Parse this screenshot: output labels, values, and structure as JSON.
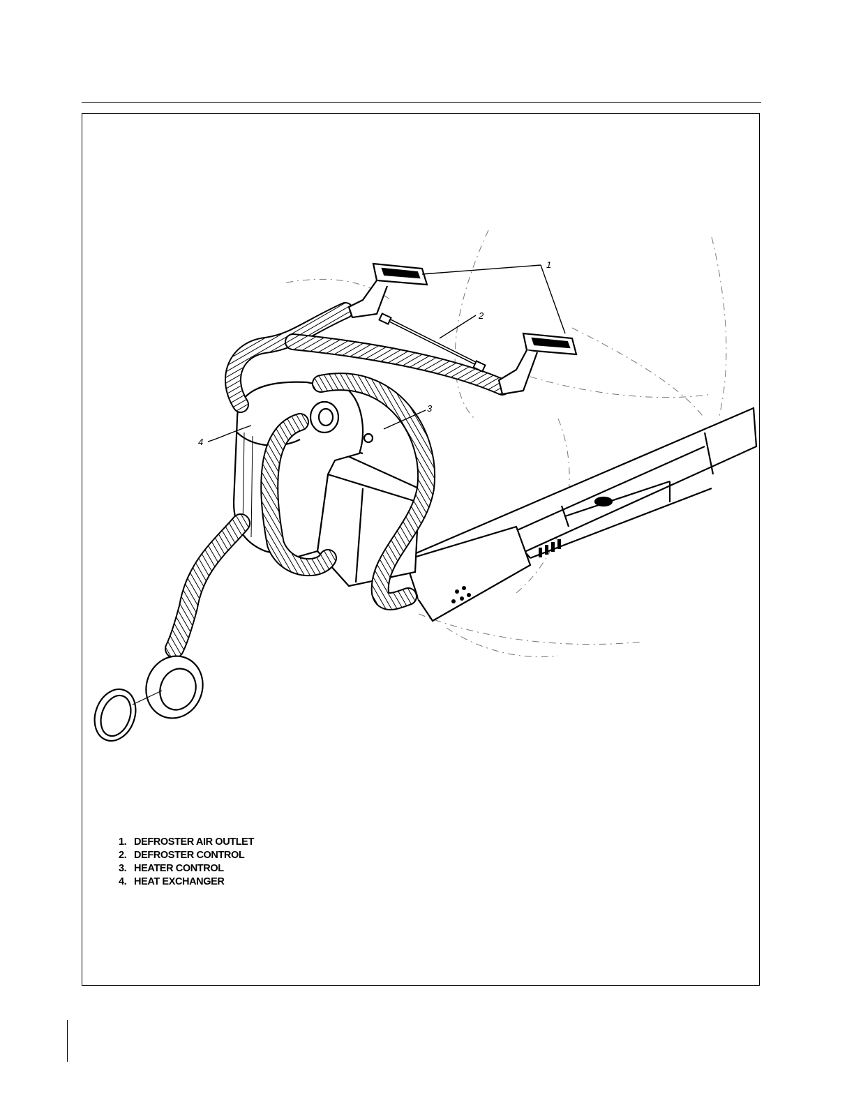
{
  "figure": {
    "callouts": [
      "1",
      "2",
      "3",
      "4"
    ]
  },
  "legend": {
    "items": [
      {
        "number": "1.",
        "label": "DEFROSTER AIR OUTLET"
      },
      {
        "number": "2.",
        "label": "DEFROSTER CONTROL"
      },
      {
        "number": "3.",
        "label": "HEATER CONTROL"
      },
      {
        "number": "4.",
        "label": "HEAT EXCHANGER"
      }
    ]
  }
}
